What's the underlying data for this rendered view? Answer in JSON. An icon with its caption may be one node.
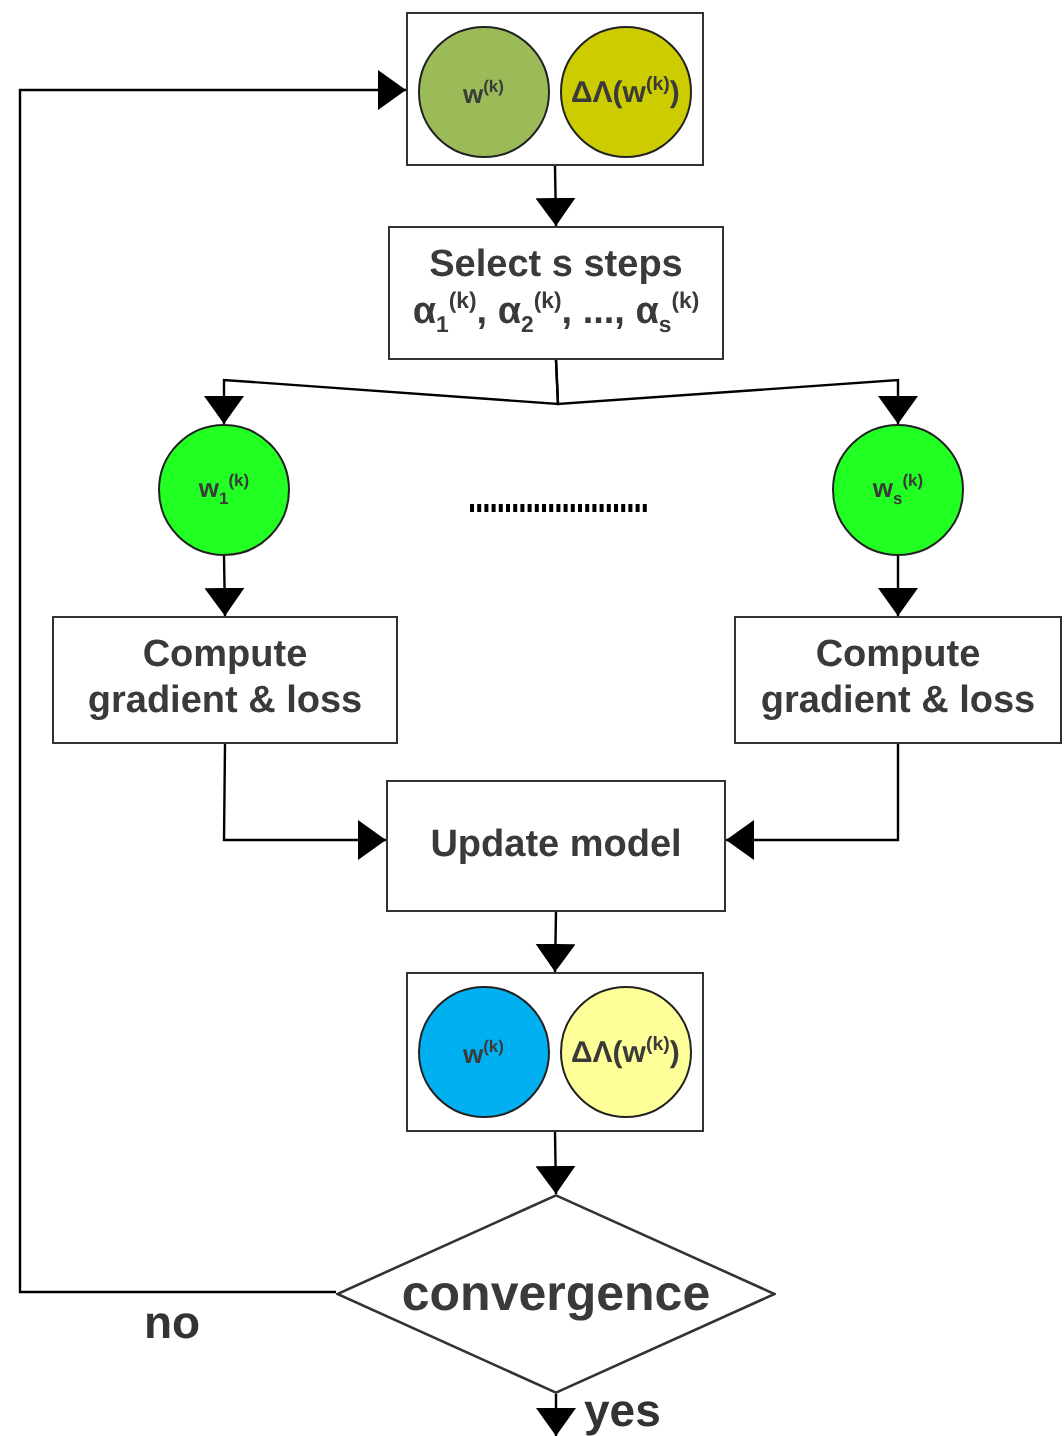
{
  "diagram": {
    "nodes": [
      {
        "text": [],
        "shape": "box"
      },
      {
        "text": [
          "w$^{(k)}$"
        ],
        "in": 0
      },
      {
        "text": [
          "ΔΛ(w$^{(k)}$)"
        ],
        "in": 0
      },
      {
        "text": [
          "Select s steps",
          "α$_{1}$$^{(k)}$, α$_{2}$$^{(k)}$, ..., α$_{s}$$^{(k)}$"
        ]
      },
      {
        "text": [
          "w$_{1}$$^{(k)}$"
        ]
      },
      {
        "text": [
          "w$_{s}$$^{(k)}$"
        ]
      },
      {
        "text": [
          "Compute gradient & loss"
        ]
      },
      {
        "text": [
          "Compute gradient & loss"
        ]
      },
      {
        "text": [
          "Update model"
        ]
      },
      {
        "text": [],
        "shape": "box"
      },
      {
        "text": [
          "w$^{(k)}$"
        ],
        "in": 9
      },
      {
        "text": [
          "ΔΛ(w$^{(k)}$)"
        ],
        "in": 9
      },
      {
        "text": [
          "convergence"
        ]
      }
    ],
    "edges": [
      {
        "from": 0,
        "to": 3,
        "arrow": "to"
      },
      {
        "from": 3,
        "to": 4,
        "arrow": "to"
      },
      {
        "from": 3,
        "to": 5,
        "arrow": "to"
      },
      {
        "from": 4,
        "to": 6,
        "arrow": "to"
      },
      {
        "from": 5,
        "to": 7,
        "arrow": "to"
      },
      {
        "from": 6,
        "to": 8,
        "arrow": "to"
      },
      {
        "from": 7,
        "to": 8,
        "arrow": "to"
      },
      {
        "from": 8,
        "to": 9,
        "arrow": "to"
      },
      {
        "from": 9,
        "to": 12,
        "arrow": "to"
      },
      {
        "from": 12,
        "to": 0,
        "arrow": "to",
        "label": "no"
      },
      {
        "from": 12,
        "to": null,
        "arrow": "to",
        "label": "yes"
      }
    ]
  }
}
